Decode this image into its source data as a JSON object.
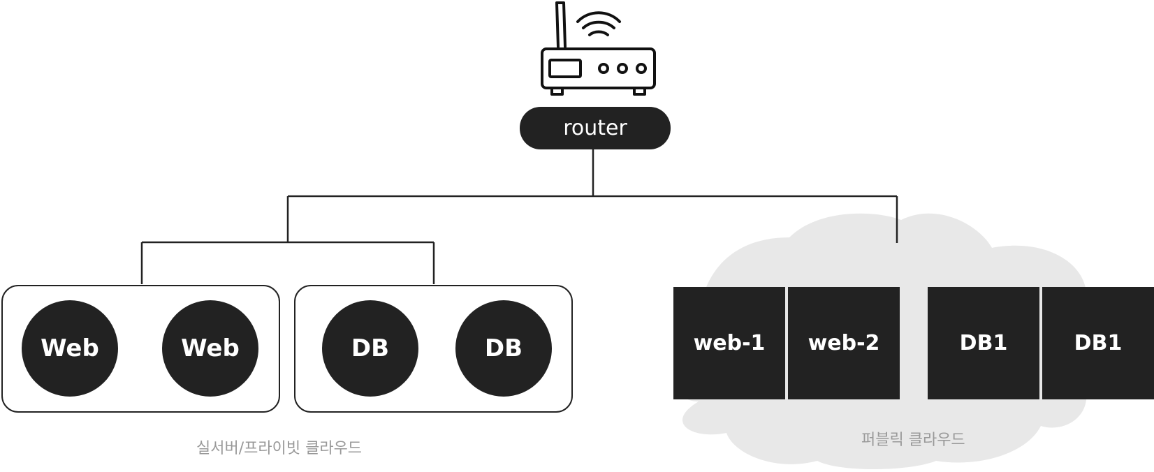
{
  "router": {
    "icon": "wifi-router-icon",
    "label": "router"
  },
  "private_group": {
    "caption": "실서버/프라이빗 클라우드",
    "web_nodes": [
      "Web",
      "Web"
    ],
    "db_nodes": [
      "DB",
      "DB"
    ]
  },
  "public_group": {
    "caption": "퍼블릭 클라우드",
    "nodes": [
      "web-1",
      "web-2",
      "DB1",
      "DB1"
    ]
  },
  "colors": {
    "node_fill": "#222222",
    "cloud_fill": "#e8e8e8",
    "caption": "#999999"
  }
}
